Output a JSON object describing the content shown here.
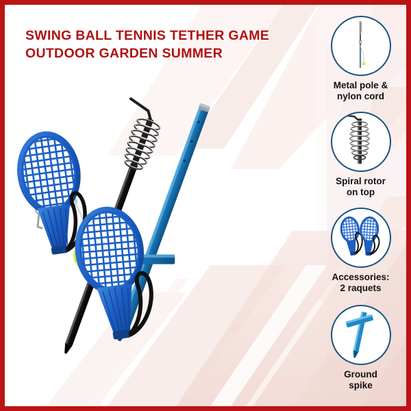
{
  "card": {
    "border_color": "#bb1414",
    "background_color": "#ffffff",
    "accent_pink": "#f3dcd7",
    "accent_pink_light": "#faeceb"
  },
  "title": {
    "line1": "SWING BALL TENNIS TETHER GAME",
    "line2": "OUTDOOR GARDEN SUMMER",
    "color": "#b01212"
  },
  "product": {
    "name": "Swing Ball Tennis Tether Game",
    "parts": [
      {
        "name": "racket-left",
        "label": "Blue tennis racket",
        "color": "#1a5fbf"
      },
      {
        "name": "racket-right",
        "label": "Blue tennis racket",
        "color": "#1a5fbf"
      },
      {
        "name": "spiral-rotor-pole",
        "label": "Spiral rotor on black pole",
        "color": "#141414"
      },
      {
        "name": "ground-spike-pole",
        "label": "Blue ground spike pole",
        "color": "#1a74b4"
      },
      {
        "name": "tennis-ball",
        "label": "Tennis ball",
        "color": "#d8e83a"
      },
      {
        "name": "nylon-cord",
        "label": "Nylon cord with clip",
        "color": "#d8d8d8"
      }
    ]
  },
  "features": [
    {
      "icon": "metal-pole-icon",
      "label_line1": "Metal pole &",
      "label_line2": "nylon cord"
    },
    {
      "icon": "spiral-rotor-icon",
      "label_line1": "Spiral rotor",
      "label_line2": "on top"
    },
    {
      "icon": "two-rackets-icon",
      "label_line1": "Accessories:",
      "label_line2": "2 raquets"
    },
    {
      "icon": "ground-spike-icon",
      "label_line1": "Ground",
      "label_line2": "spike"
    }
  ]
}
